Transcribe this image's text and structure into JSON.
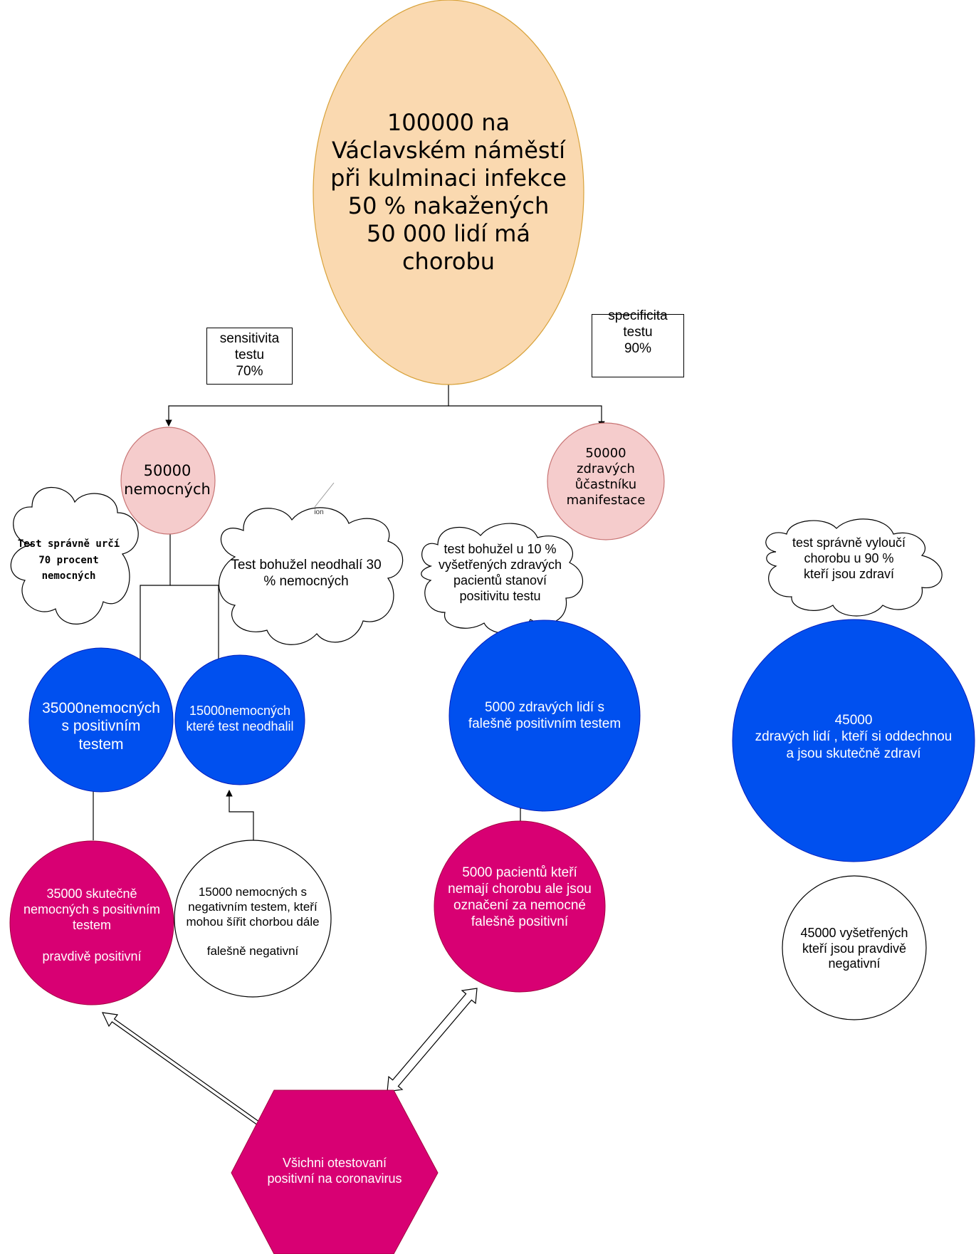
{
  "colors": {
    "peach": "#FAD9B0",
    "peach_stroke": "#D8A23A",
    "pink": "#F5CCCC",
    "pink_stroke": "#C87575",
    "blue": "#0050EF",
    "blue_stroke": "#001DBC",
    "magenta": "#D80073",
    "magenta_stroke": "#A50040"
  },
  "nodes": {
    "top": "100000 na\nVáclavském náměstí\npři kulminaci infekce\n50 % nakažených\n50 000 lidí má\nchorobu",
    "sensitivity": "sensitivita\ntestu\n70%",
    "specificity": "specificita\ntestu\n90%",
    "sick": "50000\nnemocných",
    "healthy": "50000\nzdravých\nůčastníku\nmanifestace",
    "cloud_correct_sick": "Test správně určí\n70 procent\nnemocných",
    "cloud_missed": "Test bohužel  neodhalí 30\n%  nemocných",
    "cloud_false_pos": "test bohužel u 10 %\nvyšetřených  zdravých\npacientů   stanoví\npositivitu testu",
    "cloud_correct_healthy": "test správně   vyloučí\nchorobu  u 90 %\nkteří jsou zdraví",
    "blue_35000": "35000nemocných\ns positivním\ntestem",
    "blue_15000": "15000nemocných\nkteré test neodhalil",
    "blue_5000": "5000 zdravých  lidí s\nfalešně positivním testem",
    "blue_45000": "45000\nzdravých lidí ,  kteří si oddechnou\na  jsou skutečně zdraví",
    "magenta_35000": "35000 skutečně\nnemocných  s positivním\ntestem\n\npravdivě  positivní",
    "white_15000": "15000 nemocných s\nnegativním testem, kteří\nmohou šířit chorbou dále\n\nfalešně  negativní",
    "magenta_5000": "5000 pacientů kteří\nnemají chorobu ale jsou\noznačení za nemocné\nfalešně positivní",
    "white_45000": "45000 vyšetřených\nkteří jsou pravdivě\nnegativní",
    "hexagon": "Všichni otestovaní\npositivní na coronavirus",
    "tiny_stray": "ion"
  }
}
